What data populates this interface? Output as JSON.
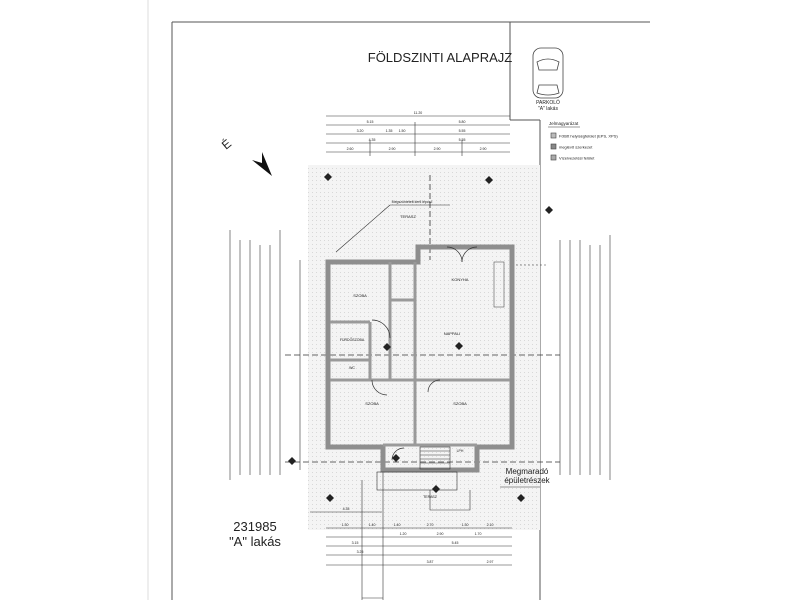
{
  "title": "FÖLDSZINTI ALAPRAJZ",
  "project": {
    "number": "231985",
    "unit": "\"A\" lakás"
  },
  "north_label": "É",
  "parking": {
    "label": "PARKOLÓ",
    "unit": "\"A\" lakás"
  },
  "legend": {
    "title": "Jelmagyarázat",
    "items": [
      {
        "label": "Fűtött helyiségfelület (EPS, XPS)",
        "color": "#bbbbbb"
      },
      {
        "label": "meglévő szerkezet",
        "color": "#888888"
      },
      {
        "label": "Vízelvezetési felület",
        "color": "#aaaaaa"
      }
    ]
  },
  "remaining_label": "Megmaradó épületrészek",
  "rooms": {
    "terrace_top": "TERASZ",
    "room_nw": "SZOBA",
    "kitchen": "KONYHA",
    "living": "NAPPALI",
    "bathroom": "FÜRDŐSZOBA",
    "wc": "WC",
    "room_sw": "SZOBA",
    "room_se": "SZOBA",
    "stair": "LPH",
    "terrace_bottom": "TERASZ"
  },
  "annotations": {
    "boundary_note": "Megszüntetett kerti lépcső"
  },
  "dimensions": {
    "top": [
      "11.20",
      "5.15",
      "5.80",
      "3.20",
      "1.35",
      "1.50",
      "5.55",
      "4.35",
      "5.55",
      "2.60",
      "2.90",
      "2.90",
      "2.90"
    ],
    "bottom": [
      "4.35",
      "1.30",
      "1.40",
      "1.40",
      "2.70",
      "1.30",
      "2.10",
      "1.20",
      "2.90",
      "1.70",
      "3.15",
      "5.45",
      "3.25",
      "3.87",
      "2.97"
    ]
  },
  "colors": {
    "line": "#333333",
    "wall": "#9a9a9a",
    "hatch": "#e6e6e6"
  }
}
